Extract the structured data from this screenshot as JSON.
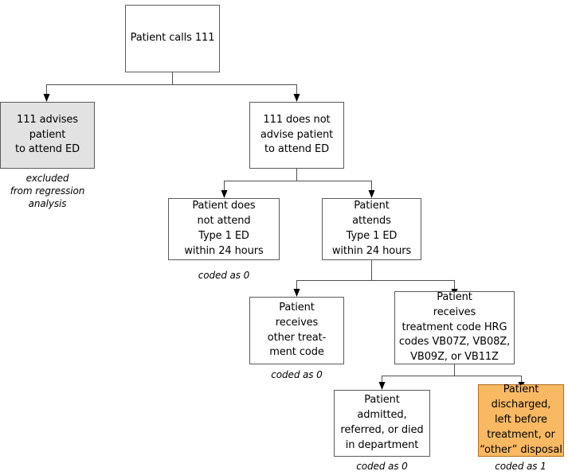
{
  "diagram": {
    "title": "Patient 111 call to ED attendance outcome flowchart",
    "colors": {
      "box_fill": "#ffffff",
      "box_border": "#5a5a5a",
      "excluded_fill": "#e2e2e2",
      "highlight_fill": "#f9b963",
      "highlight_border": "#b06c17",
      "line": "#4f4f4f",
      "text": "#000000"
    },
    "nodes": [
      {
        "id": "root",
        "label": "Patient calls 111",
        "style": "plain"
      },
      {
        "id": "advises",
        "label": "111 advises\npatient\nto attend ED",
        "style": "excluded"
      },
      {
        "id": "not-advises",
        "label": "111 does not\nadvise patient\nto attend ED",
        "style": "plain"
      },
      {
        "id": "not-attend",
        "label": "Patient does\nnot attend\nType 1 ED\nwithin 24 hours",
        "style": "plain"
      },
      {
        "id": "attends",
        "label": "Patient\nattends\nType 1 ED\nwithin 24 hours",
        "style": "plain"
      },
      {
        "id": "other-treatment",
        "label": "Patient\nreceives\nother treat-\nment code",
        "style": "plain"
      },
      {
        "id": "hrg-codes",
        "label": "Patient\nreceives\ntreatment code HRG\ncodes VB07Z, VB08Z,\nVB09Z, or VB11Z",
        "style": "plain"
      },
      {
        "id": "admitted",
        "label": "Patient\nadmitted,\nreferred, or died\nin department",
        "style": "plain"
      },
      {
        "id": "discharged",
        "label": "Patient\ndischarged,\nleft before\ntreatment, or\n“other” disposal",
        "style": "highlight"
      }
    ],
    "captions": [
      {
        "id": "caption-advises",
        "text": "excluded\nfrom regression\nanalysis"
      },
      {
        "id": "caption-not-attend",
        "text": "coded as 0"
      },
      {
        "id": "caption-other-treatment",
        "text": "coded as 0"
      },
      {
        "id": "caption-admitted",
        "text": "coded as 0"
      },
      {
        "id": "caption-discharged",
        "text": "coded as 1"
      }
    ]
  }
}
